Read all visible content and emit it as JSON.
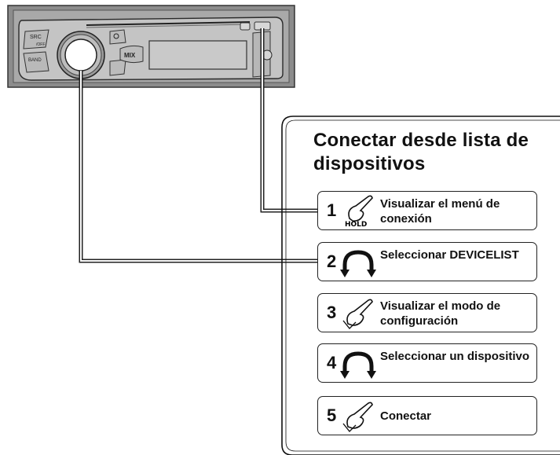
{
  "panel": {
    "title": "Conectar desde lista de dispositivos"
  },
  "device": {
    "buttons": {
      "src": "SRC",
      "off": "/OFF",
      "band": "BAND",
      "mix": "MIX"
    }
  },
  "steps": [
    {
      "number": "1",
      "icon": "hold-press-icon",
      "hold_label": "HOLD",
      "text": "Visualizar el menú de conexión"
    },
    {
      "number": "2",
      "icon": "rotary-knob-icon",
      "text": "Seleccionar DEVICELIST"
    },
    {
      "number": "3",
      "icon": "press-icon",
      "text": "Visualizar el modo de configuración"
    },
    {
      "number": "4",
      "icon": "rotary-knob-icon",
      "text": "Seleccionar un dispositivo"
    },
    {
      "number": "5",
      "icon": "press-icon",
      "text": "Conectar"
    }
  ]
}
